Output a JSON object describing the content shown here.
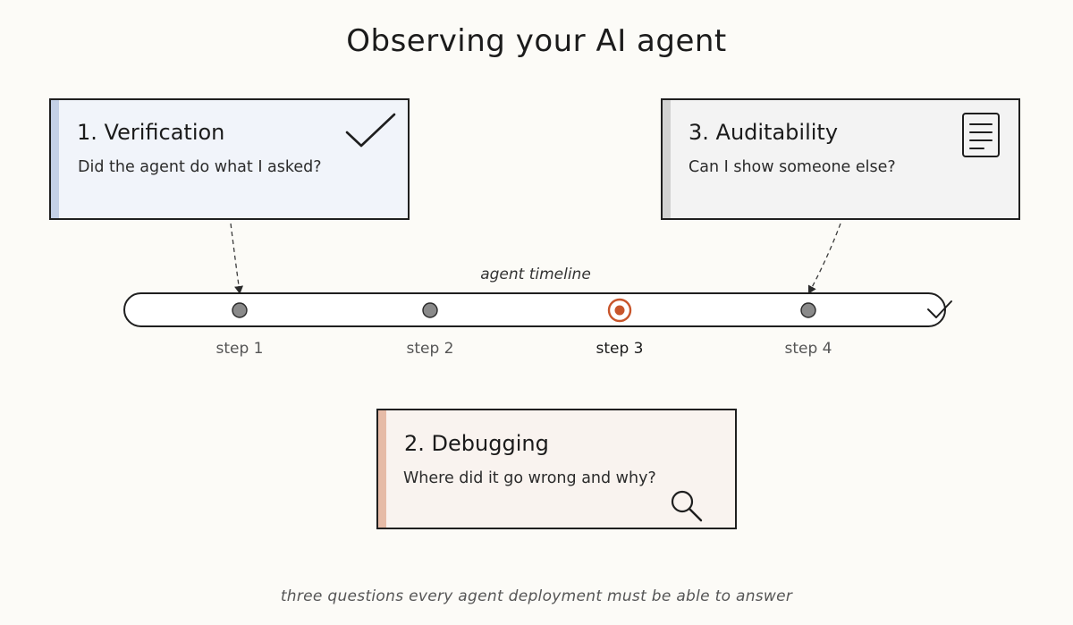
{
  "title": "Observing your AI agent",
  "cards": {
    "verification": {
      "heading": "1. Verification",
      "question": "Did the agent do what I asked?",
      "icon": "checkmark-icon",
      "stripe_color": "#c4d0e6",
      "background": "#f1f4fa"
    },
    "debugging": {
      "heading": "2. Debugging",
      "question": "Where did it go wrong and why?",
      "icon": "magnifier-icon",
      "stripe_color": "#e6bba7",
      "background": "#f9f3ef"
    },
    "auditability": {
      "heading": "3. Auditability",
      "question": "Can I show someone else?",
      "icon": "document-icon",
      "stripe_color": "#d2d2d2",
      "background": "#f3f3f3"
    }
  },
  "timeline": {
    "label": "agent timeline",
    "end_icon": "checkmark-icon",
    "highlight_color": "#c8552b",
    "steps": [
      {
        "label": "step 1",
        "active": false
      },
      {
        "label": "step 2",
        "active": false
      },
      {
        "label": "step 3",
        "active": true
      },
      {
        "label": "step 4",
        "active": false
      }
    ]
  },
  "footer": "three questions every agent deployment must be able to answer"
}
